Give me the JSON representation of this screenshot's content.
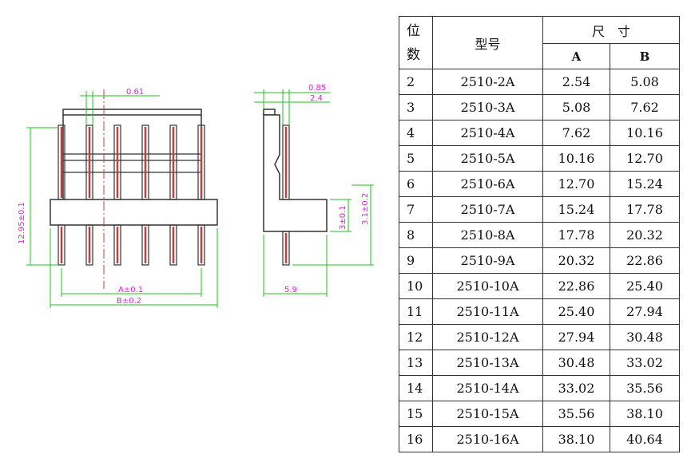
{
  "drawing": {
    "dims": {
      "d_061": "0.61",
      "d_085": "0.85",
      "d_24": "2.4",
      "d_1295": "12.95±0.1",
      "d_3": "3±0.1",
      "d_31": "3.1±0.2",
      "d_59": "5.9",
      "d_A": "A±0.1",
      "d_B": "B±0.2"
    }
  },
  "table": {
    "header": {
      "pos_top": "位",
      "pos_bottom": "数",
      "model": "型号",
      "size": "尺　寸",
      "a": "A",
      "b": "B"
    },
    "rows": [
      {
        "pos": "2",
        "model": "2510-2A",
        "a": "2.54",
        "b": "5.08"
      },
      {
        "pos": "3",
        "model": "2510-3A",
        "a": "5.08",
        "b": "7.62"
      },
      {
        "pos": "4",
        "model": "2510-4A",
        "a": "7.62",
        "b": "10.16"
      },
      {
        "pos": "5",
        "model": "2510-5A",
        "a": "10.16",
        "b": "12.70"
      },
      {
        "pos": "6",
        "model": "2510-6A",
        "a": "12.70",
        "b": "15.24"
      },
      {
        "pos": "7",
        "model": "2510-7A",
        "a": "15.24",
        "b": "17.78"
      },
      {
        "pos": "8",
        "model": "2510-8A",
        "a": "17.78",
        "b": "20.32"
      },
      {
        "pos": "9",
        "model": "2510-9A",
        "a": "20.32",
        "b": "22.86"
      },
      {
        "pos": "10",
        "model": "2510-10A",
        "a": "22.86",
        "b": "25.40"
      },
      {
        "pos": "11",
        "model": "2510-11A",
        "a": "25.40",
        "b": "27.94"
      },
      {
        "pos": "12",
        "model": "2510-12A",
        "a": "27.94",
        "b": "30.48"
      },
      {
        "pos": "13",
        "model": "2510-13A",
        "a": "30.48",
        "b": "33.02"
      },
      {
        "pos": "14",
        "model": "2510-14A",
        "a": "33.02",
        "b": "35.56"
      },
      {
        "pos": "15",
        "model": "2510-15A",
        "a": "35.56",
        "b": "38.10"
      },
      {
        "pos": "16",
        "model": "2510-16A",
        "a": "38.10",
        "b": "40.64"
      }
    ]
  },
  "colors": {
    "outline": "#333333",
    "pin": "#c04040",
    "dimension_line": "#20c020",
    "dimension_text": "#e020e0"
  }
}
